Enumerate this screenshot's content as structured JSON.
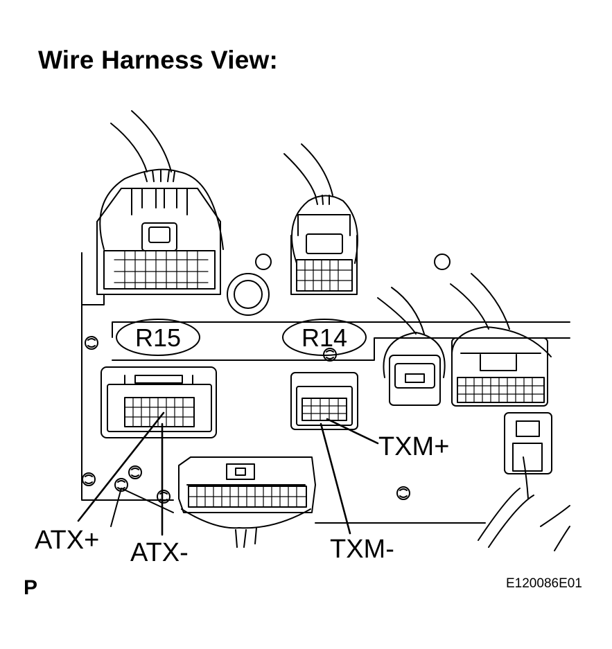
{
  "title": "Wire Harness View:",
  "connectors": [
    {
      "id": "R15"
    },
    {
      "id": "R14"
    }
  ],
  "terminals": [
    {
      "label": "ATX+"
    },
    {
      "label": "ATX-"
    },
    {
      "label": "TXM+"
    },
    {
      "label": "TXM-"
    }
  ],
  "footer": {
    "left": "P",
    "right": "E120086E01"
  }
}
